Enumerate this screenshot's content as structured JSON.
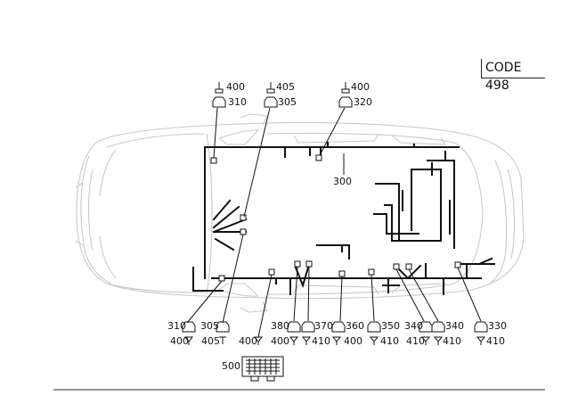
{
  "code_label": "CODE 498",
  "main_harness_label": "300",
  "connector_block_label": "500",
  "top_callouts": [
    {
      "upper": "400",
      "lower": "310"
    },
    {
      "upper": "405",
      "lower": "305"
    },
    {
      "upper": "400",
      "lower": "320"
    }
  ],
  "bottom_callouts": [
    {
      "upper": "310",
      "lower": "400"
    },
    {
      "upper": "305",
      "lower": "405"
    },
    {
      "upper": "",
      "lower": "400"
    },
    {
      "upper": "380",
      "lower": "400"
    },
    {
      "upper": "370",
      "lower": "410"
    },
    {
      "upper": "360",
      "lower": "400"
    },
    {
      "upper": "350",
      "lower": "410"
    },
    {
      "upper": "340",
      "lower": "410"
    },
    {
      "upper": "340",
      "lower": "410"
    },
    {
      "upper": "330",
      "lower": "410"
    }
  ]
}
